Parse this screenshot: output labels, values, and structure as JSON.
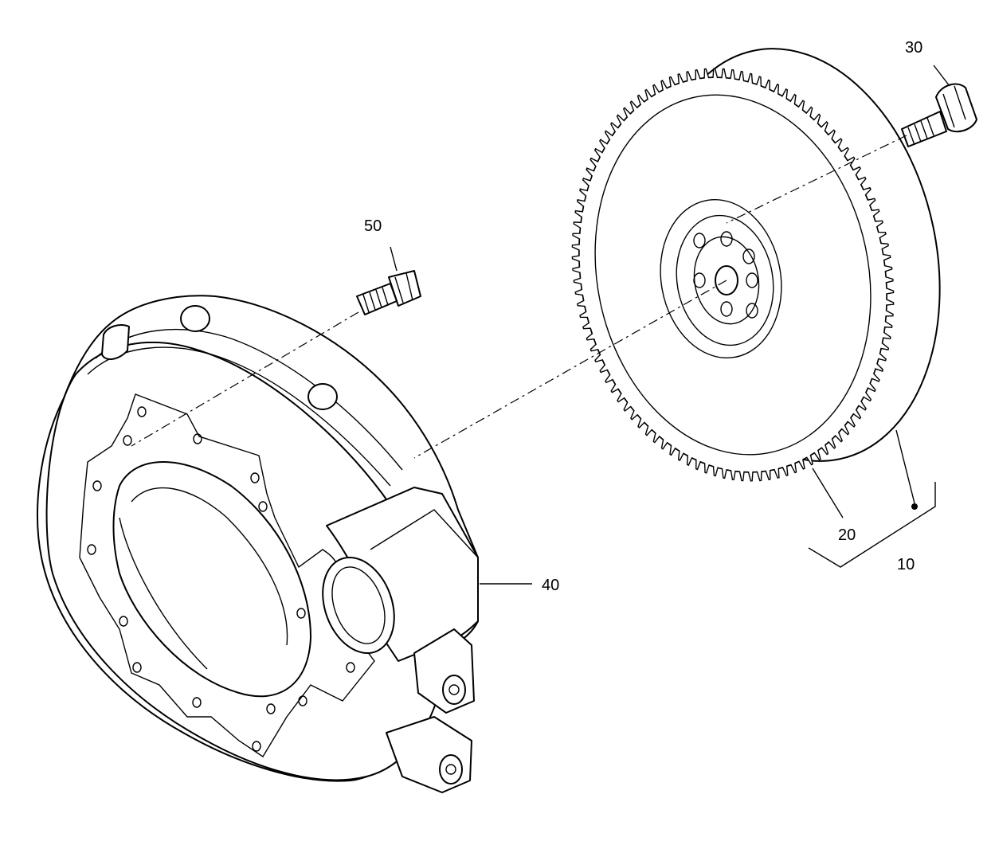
{
  "callouts": {
    "ring_gear_assembly": "10",
    "ring_gear": "20",
    "flywheel_bolt": "30",
    "flywheel_housing": "40",
    "housing_stud": "50"
  },
  "colors": {
    "line": "#000000",
    "background": "#ffffff"
  }
}
